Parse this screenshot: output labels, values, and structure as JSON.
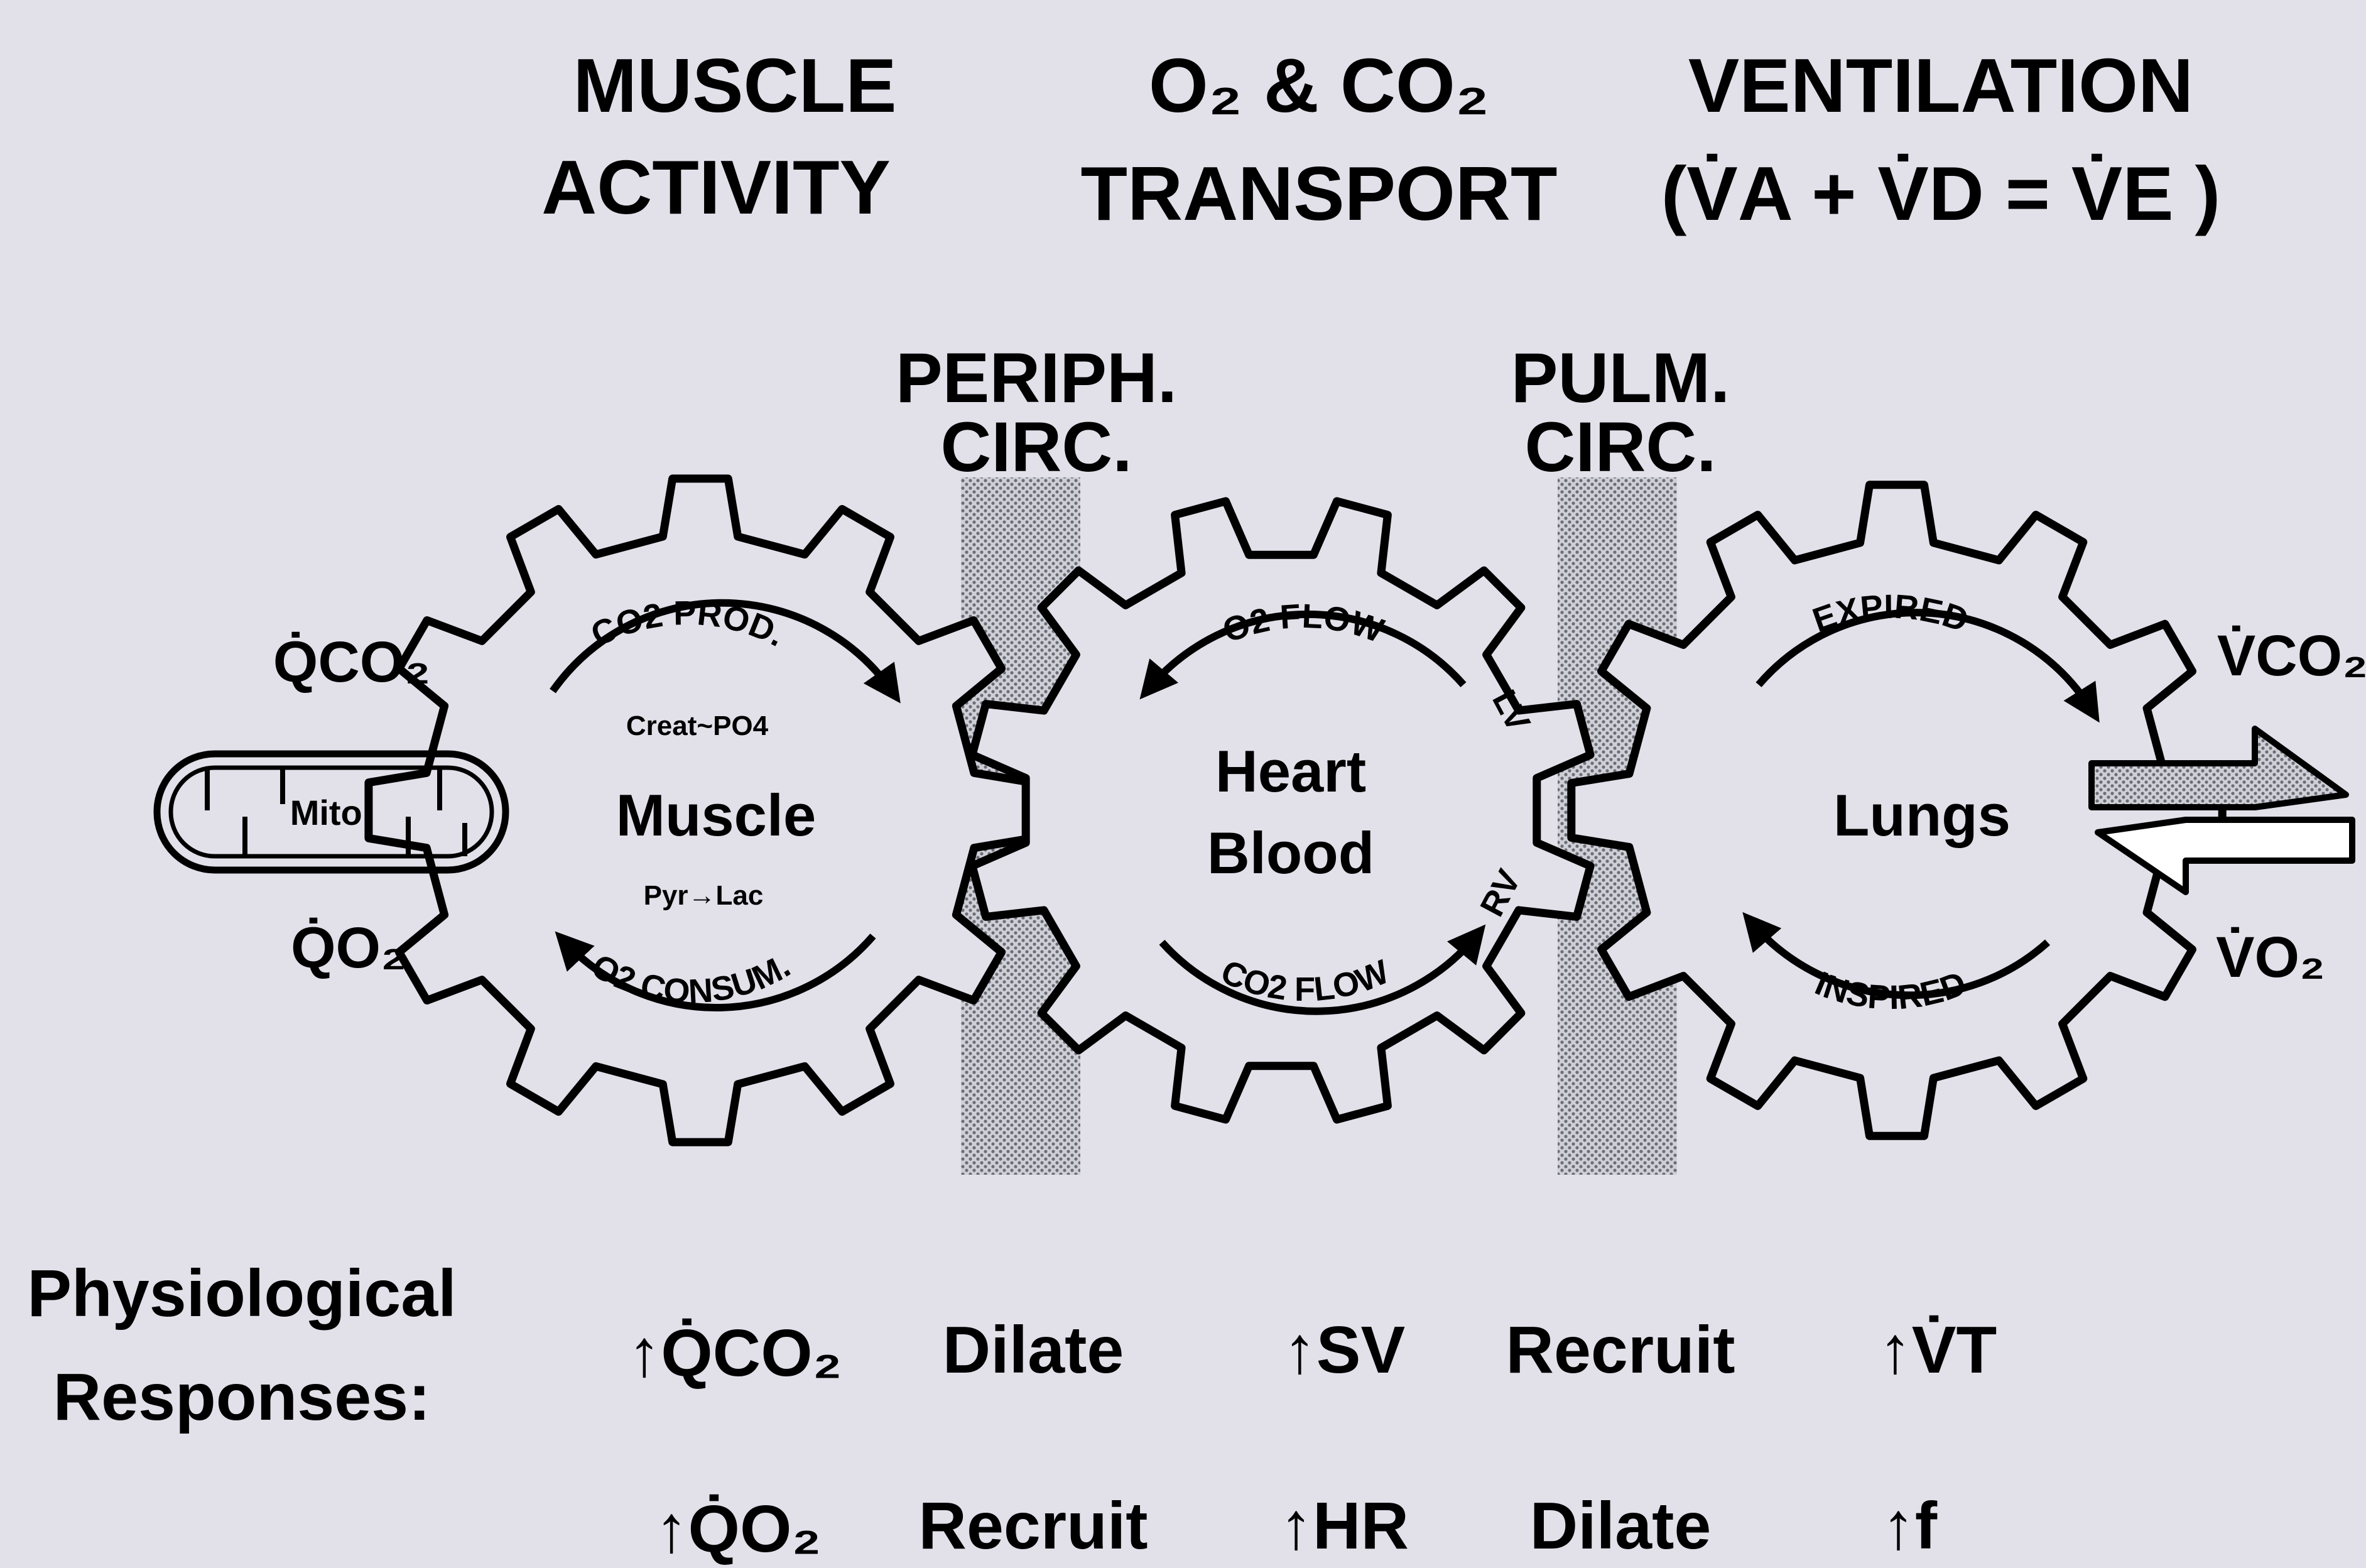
{
  "headers": {
    "muscle_activity": [
      "MUSCLE",
      "ACTIVITY"
    ],
    "transport": [
      "O₂ & CO₂",
      "TRANSPORT"
    ],
    "ventilation": [
      "VENTILATION",
      "(V̇A + V̇D = V̇E )"
    ]
  },
  "circulation_labels": {
    "peripheral": [
      "PERIPH.",
      "CIRC."
    ],
    "pulmonary": [
      "PULM.",
      "CIRC."
    ]
  },
  "gears": {
    "muscle": {
      "title": "Muscle",
      "top_arc": "CO2 PROD.",
      "bottom_arc": "O2 CONSUM.",
      "upper_note": "Creat~PO4",
      "lower_note": "Pyr→Lac"
    },
    "heart": {
      "title_line1": "Heart",
      "title_line2": "Blood",
      "top_arc": "O2 FLOW",
      "bottom_arc": "CO2 FLOW",
      "lv": "LV",
      "rv": "RV"
    },
    "lungs": {
      "title": "Lungs",
      "top_arc": "EXPIRED",
      "bottom_arc": "INSPIRED"
    }
  },
  "mito_label": "Mito.",
  "fluxes": {
    "qco2": "Q̇CO₂",
    "qo2": "Q̇O₂",
    "vco2": "V̇CO₂",
    "vo2": "V̇O₂"
  },
  "responses": {
    "label_line1": "Physiological",
    "label_line2": "Responses:",
    "row1": [
      "↑Q̇CO₂",
      "Dilate",
      "↑SV",
      "Recruit",
      "↑V̇T"
    ],
    "row2": [
      "↑Q̇O₂",
      "Recruit",
      "↑HR",
      "Dilate",
      "↑f"
    ]
  },
  "colors": {
    "background": "#e2e1ea",
    "ink": "#000000",
    "stipple": "#7f7f86"
  }
}
